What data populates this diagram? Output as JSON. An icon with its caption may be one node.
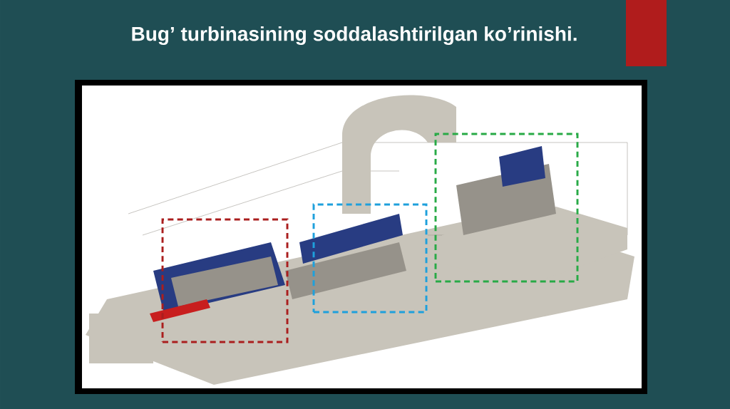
{
  "diagram": {
    "title": "Bug’ turbinasining soddalashtirilgan ko’rinishi.",
    "nodes": [
      {
        "text": [],
        "shape": "picture"
      },
      {
        "text": [],
        "shape": "box",
        "in": 0
      },
      {
        "text": [],
        "shape": "box",
        "in": 0
      },
      {
        "text": [],
        "shape": "box",
        "in": 0
      }
    ]
  }
}
